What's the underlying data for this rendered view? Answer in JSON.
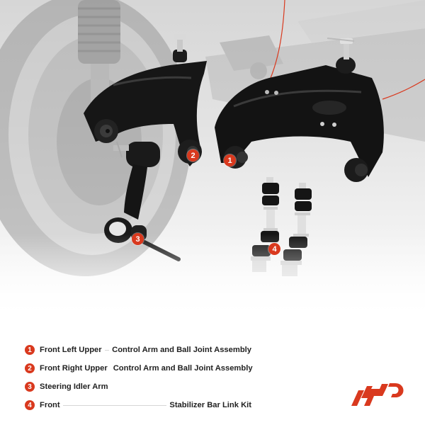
{
  "product_image": {
    "description": "Front suspension kit product photo over grayscale vehicle chassis background",
    "markers": [
      {
        "id": "marker-1",
        "label": "1"
      },
      {
        "id": "marker-2",
        "label": "2"
      },
      {
        "id": "marker-3",
        "label": "3"
      },
      {
        "id": "marker-4",
        "label": "4"
      }
    ]
  },
  "legend": {
    "items": [
      {
        "num": "1",
        "left": "Front Left Upper",
        "right": "Control Arm and Ball Joint Assembly"
      },
      {
        "num": "2",
        "left": "Front Right Upper",
        "right": "Control Arm and Ball Joint Assembly"
      },
      {
        "num": "3",
        "left": "Steering Idler Arm",
        "right": ""
      },
      {
        "num": "4",
        "left": "Front",
        "right": "Stabilizer Bar Link Kit"
      }
    ]
  },
  "brand": {
    "logo_icon": "a-premium-ap-logo",
    "accent_color": "#d9391e"
  }
}
